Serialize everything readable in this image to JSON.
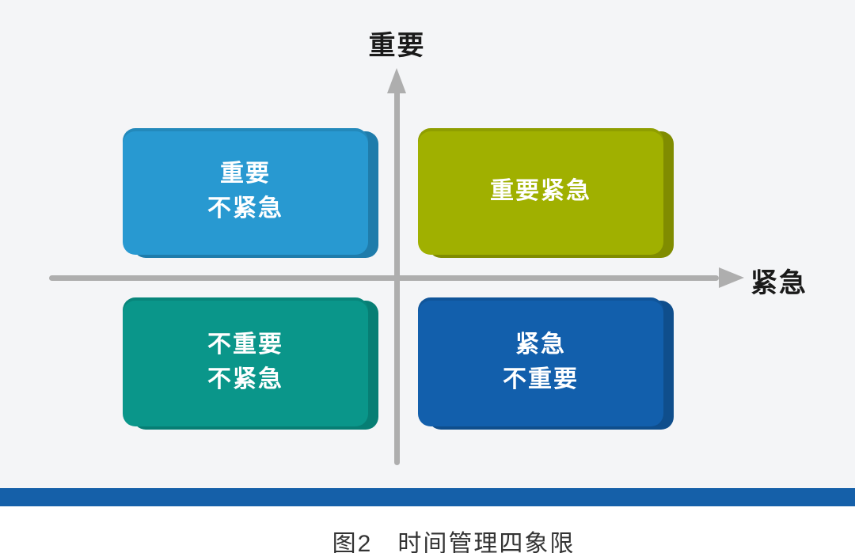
{
  "axes": {
    "y_label": "重要",
    "x_label": "紧急",
    "line_color": "#aeaeae"
  },
  "quadrants": [
    {
      "id": "important-not-urgent",
      "position": "top-left",
      "lines": [
        "重要",
        "不紧急"
      ],
      "colors": {
        "face": "#2899d1",
        "edge": "#1f7cab"
      }
    },
    {
      "id": "important-urgent",
      "position": "top-right",
      "lines": [
        "重要紧急"
      ],
      "colors": {
        "face": "#a0b000",
        "edge": "#808c00"
      }
    },
    {
      "id": "not-important-not-urgent",
      "position": "bottom-left",
      "lines": [
        "不重要",
        "不紧急"
      ],
      "colors": {
        "face": "#0a968a",
        "edge": "#077e74"
      }
    },
    {
      "id": "urgent-not-important",
      "position": "bottom-right",
      "lines": [
        "紧急",
        "不重要"
      ],
      "colors": {
        "face": "#125fac",
        "edge": "#0f4e8c"
      }
    }
  ],
  "footer": {
    "bar_color": "#1560a9",
    "caption": "图2　时间管理四象限"
  }
}
